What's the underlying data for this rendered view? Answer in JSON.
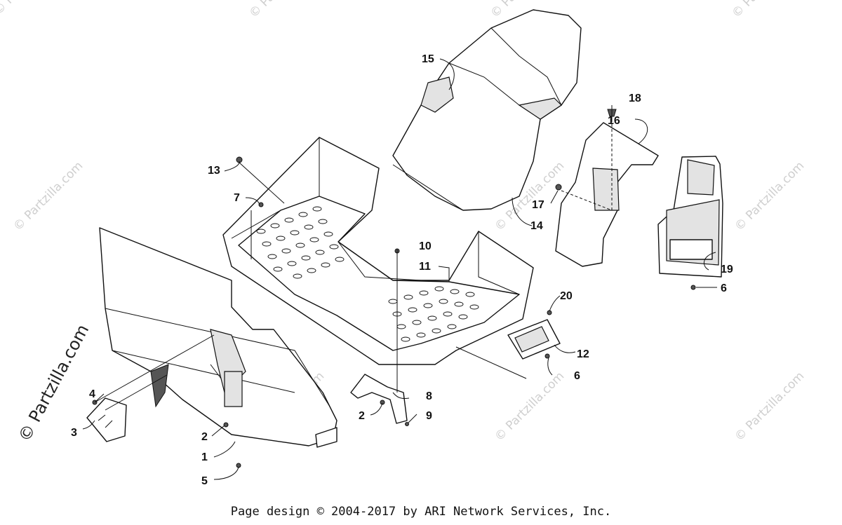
{
  "watermark": "© Partzilla.com",
  "watermark_large": "© Partzilla.com",
  "footer": "Page design © 2004-2017 by ARI Network Services, Inc.",
  "callouts": [
    "15",
    "18",
    "16",
    "13",
    "7",
    "17",
    "14",
    "10",
    "11",
    "19",
    "6",
    "20",
    "12",
    "6",
    "4",
    "3",
    "8",
    "2",
    "9",
    "2",
    "1",
    "5"
  ]
}
